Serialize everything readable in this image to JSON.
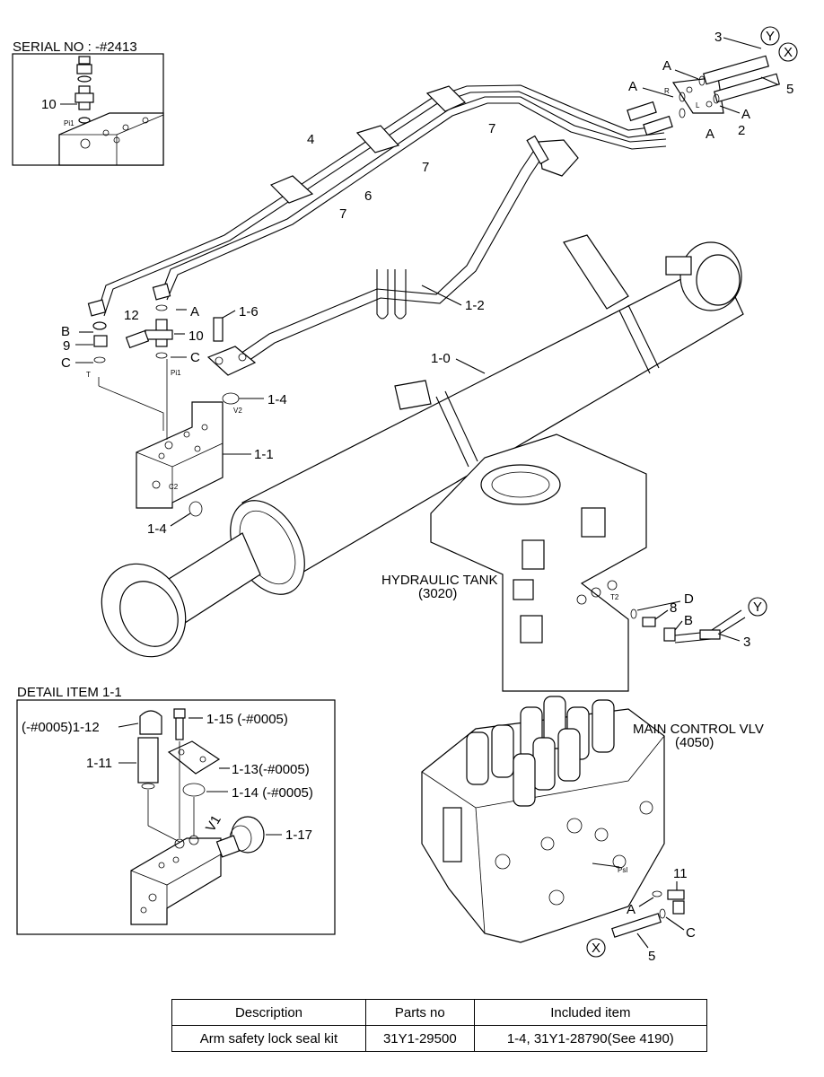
{
  "inset_serial": {
    "title": "SERIAL NO : -#2413",
    "callout": "10",
    "port": "Pi1"
  },
  "detail": {
    "title": "DETAIL ITEM 1-1",
    "labels": [
      "(-#0005)1-12",
      "1-15 (-#0005)",
      "1-11",
      "1-13(-#0005)",
      "1-14 (-#0005)",
      "1-17"
    ],
    "port": "V1"
  },
  "components": {
    "tank": {
      "name": "HYDRAULIC TANK",
      "ref": "(3020)"
    },
    "mcv": {
      "name": "MAIN CONTROL VLV",
      "ref": "(4050)"
    }
  },
  "callouts": {
    "top_right": [
      "3",
      "A",
      "A",
      "A",
      "A",
      "2",
      "5",
      "7",
      "7",
      "7",
      "4",
      "6"
    ],
    "left": [
      "B",
      "9",
      "C",
      "12",
      "A",
      "10",
      "C",
      "1-6",
      "1-4",
      "1-1",
      "1-4",
      "1-2",
      "1-0"
    ],
    "tank": [
      "D",
      "8",
      "B",
      "3"
    ],
    "mcv": [
      "11",
      "A",
      "C",
      "5"
    ]
  },
  "connectors": {
    "x": "X",
    "y": "Y"
  },
  "ports": [
    "T",
    "Pi1",
    "V2",
    "C2",
    "T2",
    "Psl",
    "R",
    "L"
  ],
  "table": {
    "headers": [
      "Description",
      "Parts no",
      "Included item"
    ],
    "rows": [
      [
        "Arm safety lock seal kit",
        "31Y1-29500",
        "1-4, 31Y1-28790(See 4190)"
      ]
    ]
  }
}
